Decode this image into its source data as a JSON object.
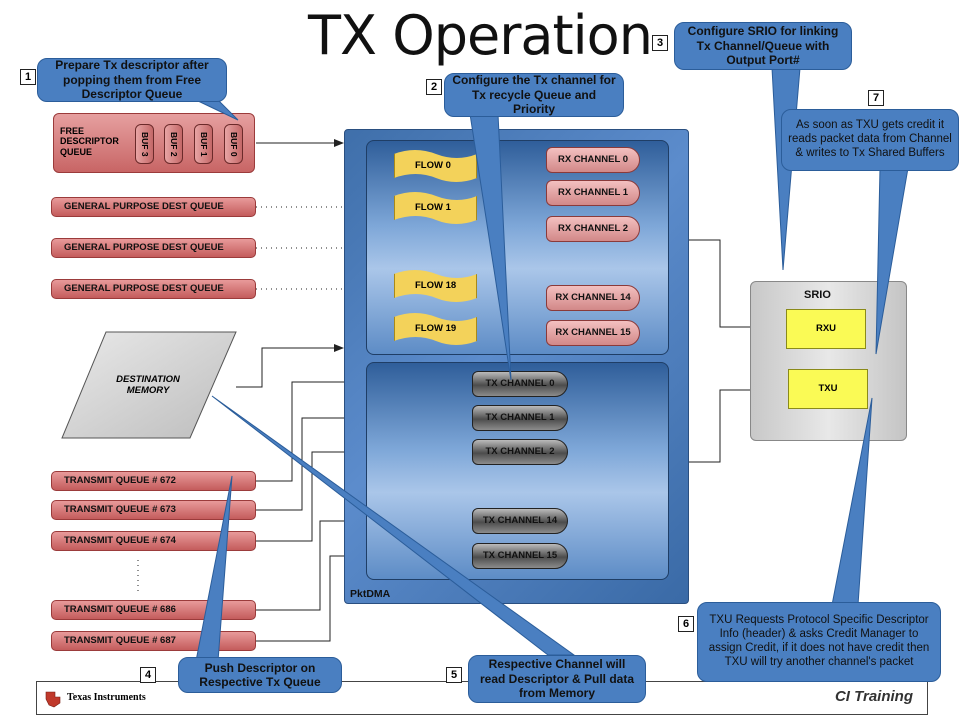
{
  "title": "TX Operation",
  "callouts": [
    {
      "num": "1",
      "text": "Prepare Tx descriptor after popping them from Free Descriptor Queue"
    },
    {
      "num": "2",
      "text": "Configure the Tx channel for Tx recycle Queue and Priority"
    },
    {
      "num": "3",
      "text": "Configure SRIO for linking Tx Channel/Queue with Output Port#"
    },
    {
      "num": "4",
      "text": "Push Descriptor on Respective Tx Queue"
    },
    {
      "num": "5",
      "text": "Respective Channel will read Descriptor & Pull data from Memory"
    },
    {
      "num": "6",
      "text": "TXU Requests Protocol Specific Descriptor Info (header) & asks Credit Manager to assign Credit, if it does not have credit then TXU will try another channel's packet"
    },
    {
      "num": "7",
      "text": "As soon as TXU gets credit it reads packet data from Channel & writes to Tx Shared Buffers"
    }
  ],
  "free_descriptor_queue": {
    "label": "FREE DESCRIPTOR QUEUE",
    "buffers": [
      "BUF 3",
      "BUF 2",
      "BUF 1",
      "BUF 0"
    ]
  },
  "general_queues": [
    "GENERAL PURPOSE DEST QUEUE",
    "GENERAL PURPOSE DEST QUEUE",
    "GENERAL PURPOSE DEST QUEUE"
  ],
  "destination_memory": "DESTINATION MEMORY",
  "transmit_queues": [
    "TRANSMIT QUEUE # 672",
    "TRANSMIT QUEUE # 673",
    "TRANSMIT QUEUE # 674",
    "TRANSMIT QUEUE # 686",
    "TRANSMIT QUEUE # 687"
  ],
  "pktdma": {
    "label": "PktDMA",
    "flows": [
      "FLOW 0",
      "FLOW 1",
      "FLOW 18",
      "FLOW 19"
    ],
    "rx_channels": [
      "RX CHANNEL 0",
      "RX CHANNEL 1",
      "RX CHANNEL 2",
      "RX CHANNEL 14",
      "RX CHANNEL 15"
    ],
    "tx_channels": [
      "TX CHANNEL 0",
      "TX CHANNEL 1",
      "TX CHANNEL 2",
      "TX CHANNEL 14",
      "TX CHANNEL 15"
    ]
  },
  "srio": {
    "label": "SRIO",
    "rxu": "RXU",
    "txu": "TXU"
  },
  "footer": {
    "brand": "Texas Instruments",
    "training": "CI Training"
  },
  "colors": {
    "callout": "#4a7fc1",
    "queue": "#c45c5c",
    "flow": "#f3d25a",
    "pktdma": "#4a7bb7",
    "srio_unit": "#fafa55"
  }
}
